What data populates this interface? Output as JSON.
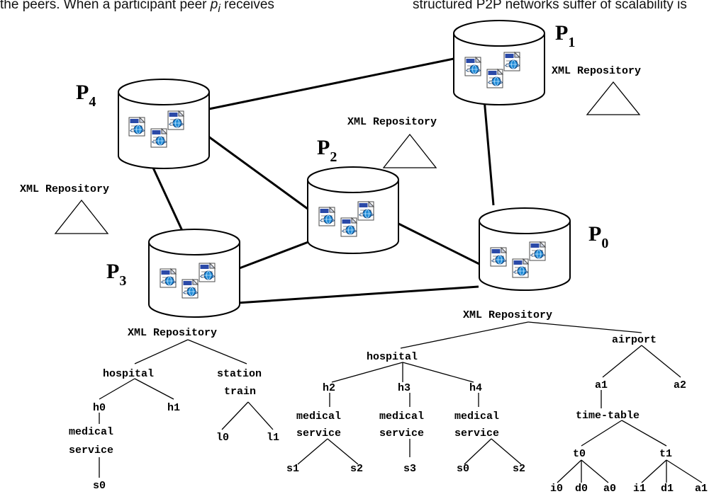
{
  "header": {
    "left_text": "the peers. When a participant peer ",
    "left_italic": "p",
    "left_italic_sub": "i",
    "left_tail": " receives",
    "right_text": "structured P2P networks suffer of scalability is"
  },
  "repo_label": "XML Repository",
  "peers": [
    {
      "id": "p0",
      "base": "P",
      "sub": "0"
    },
    {
      "id": "p1",
      "base": "P",
      "sub": "1"
    },
    {
      "id": "p2",
      "base": "P",
      "sub": "2"
    },
    {
      "id": "p3",
      "base": "P",
      "sub": "3"
    },
    {
      "id": "p4",
      "base": "P",
      "sub": "4"
    }
  ],
  "links": [
    [
      "p4",
      "p1"
    ],
    [
      "p4",
      "p3"
    ],
    [
      "p4",
      "p2"
    ],
    [
      "p1",
      "p0"
    ],
    [
      "p2",
      "p0"
    ],
    [
      "p2",
      "p3"
    ],
    [
      "p3",
      "p0"
    ]
  ],
  "icon_name": "xml-document-icon",
  "trees": {
    "p3": {
      "hospital": "hospital",
      "h0": "h0",
      "h1": "h1",
      "medical_1": "medical",
      "service_1": "service",
      "s0": "s0",
      "station": "station",
      "train": "train",
      "l0": "l0",
      "l1": "l1"
    },
    "p0": {
      "hospital": "hospital",
      "h2": "h2",
      "h3": "h3",
      "h4": "h4",
      "medical": "medical",
      "service": "service",
      "s1": "s1",
      "s2": "s2",
      "s3": "s3",
      "s0": "s0",
      "airport": "airport",
      "a1": "a1",
      "a2": "a2",
      "time_table": "time-table",
      "t0": "t0",
      "t1": "t1",
      "i0": "i0",
      "d0": "d0",
      "a0": "a0",
      "i1": "i1",
      "d1": "d1"
    }
  }
}
